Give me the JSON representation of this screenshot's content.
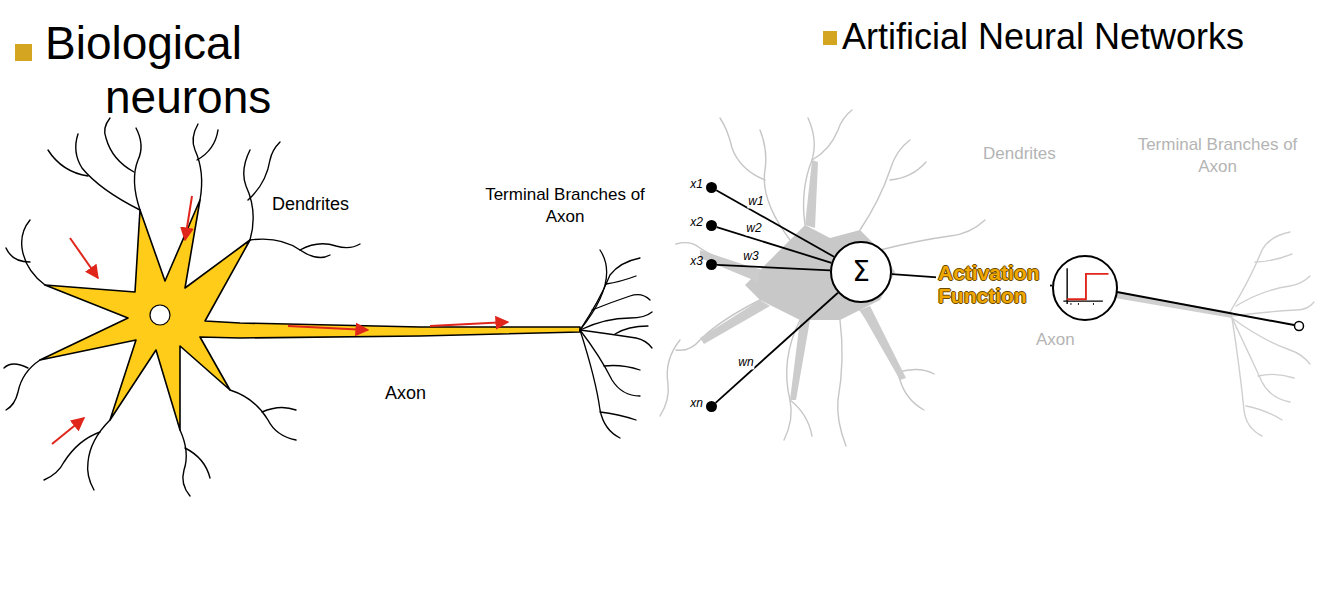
{
  "diagram": {
    "nodes": [
      {
        "text": [
          "x1"
        ]
      },
      {
        "text": [
          "x2"
        ]
      },
      {
        "text": [
          "x3"
        ]
      },
      {
        "text": [
          "xn"
        ]
      },
      {
        "text": [
          "Σ"
        ]
      },
      {
        "text": [
          "Activation Function"
        ]
      }
    ],
    "edges": [
      {
        "from": 0,
        "to": 4,
        "label": "w1",
        "arrow": "none"
      },
      {
        "from": 1,
        "to": 4,
        "label": "w2",
        "arrow": "none"
      },
      {
        "from": 2,
        "to": 4,
        "label": "w3",
        "arrow": "none"
      },
      {
        "from": 3,
        "to": 4,
        "label": "wn",
        "arrow": "none"
      },
      {
        "from": 4,
        "to": 5,
        "arrow": "none"
      }
    ],
    "labels": [
      "Biological neurons",
      "Dendrites",
      "Terminal Branches of Axon",
      "Axon",
      "Artificial Neural Networks",
      "Dendrites",
      "Terminal Branches of Axon",
      "Axon"
    ]
  }
}
